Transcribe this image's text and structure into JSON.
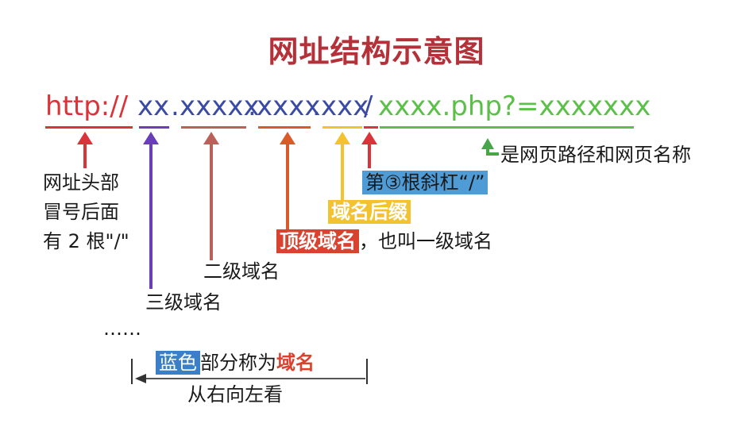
{
  "title": "网址结构示意图",
  "url_parts": {
    "protocol": "http://",
    "subdomain": "xx",
    "dot1": ".",
    "second_level": "xxxxx",
    "dot2": ".",
    "top_level": "xxxx",
    "dot3": ".",
    "suffix": "xxx",
    "slash": "/",
    "path": "xxxx.php?=xxxxxxx"
  },
  "labels": {
    "protocol_line1": "网址头部",
    "protocol_line2": "冒号后面",
    "protocol_line3": "有 2 根\"/\"",
    "third_level": "三级域名",
    "second_level": "二级域名",
    "top_level_highlight": "顶级域名",
    "top_level_rest": "，也叫一级域名",
    "suffix": "域名后缀",
    "slash": "第③根斜杠“/”",
    "path": "是网页路径和网页名称",
    "ellipsis": "……",
    "domain_blue": "蓝色",
    "domain_mid": "部分称为",
    "domain_red": "域名",
    "direction": "从右向左看"
  },
  "colors": {
    "protocol": "#d8343a",
    "domain": "#3b4ba3",
    "path": "#5cbf4a",
    "third_level": "#6a3fb5",
    "second_level": "#b8625a",
    "top_level": "#d95a2b",
    "suffix": "#f2c230",
    "slash": "#d8343a",
    "highlight_blue": "#3a7fc7",
    "highlight_red": "#d9422e",
    "title": "#b5313a"
  }
}
